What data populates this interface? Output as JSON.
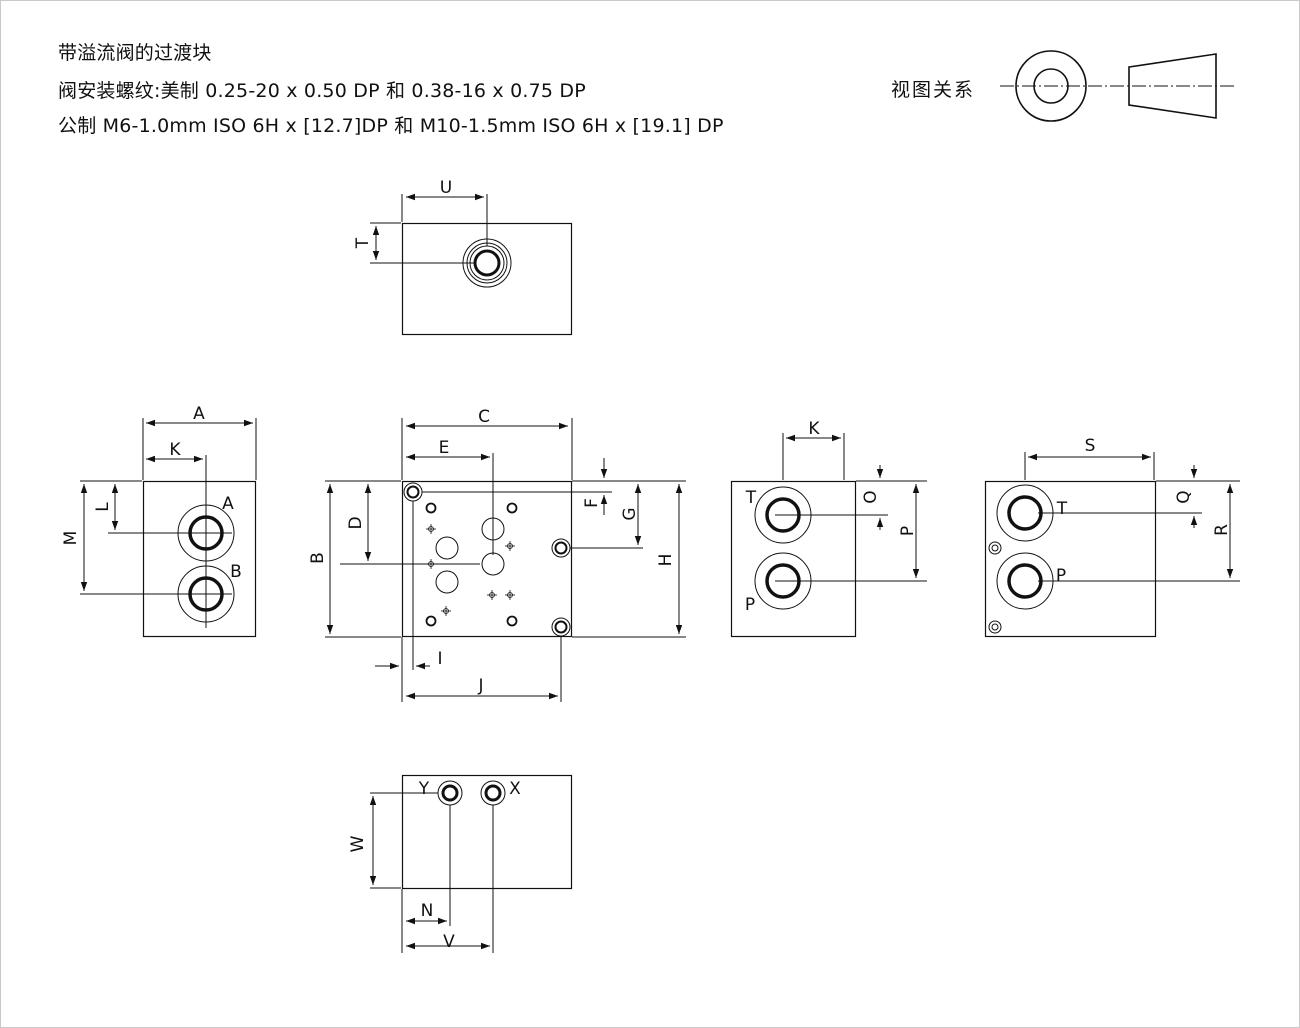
{
  "header": {
    "line1": "带溢流阀的过渡块",
    "line2": "阀安装螺纹:美制 0.25-20 x 0.50 DP 和 0.38-16 x 0.75 DP",
    "line3": "公制 M6-1.0mm ISO 6H x [12.7]DP 和 M10-1.5mm ISO 6H x  [19.1] DP"
  },
  "view_relation": {
    "label": "视图关系"
  },
  "dims": {
    "U": "U",
    "T": "T",
    "A": "A",
    "K": "K",
    "L": "L",
    "M": "M",
    "C": "C",
    "E": "E",
    "D": "D",
    "B": "B",
    "F": "F",
    "G": "G",
    "H": "H",
    "I": "I",
    "J": "J",
    "O": "O",
    "P": "P",
    "S": "S",
    "Q": "Q",
    "R": "R",
    "W": "W",
    "N": "N",
    "V": "V"
  },
  "ports": {
    "A": "A",
    "B": "B",
    "T": "T",
    "P": "P",
    "X": "X",
    "Y": "Y"
  },
  "colors": {
    "line": "#111111",
    "frame": "#c9c9c9"
  }
}
